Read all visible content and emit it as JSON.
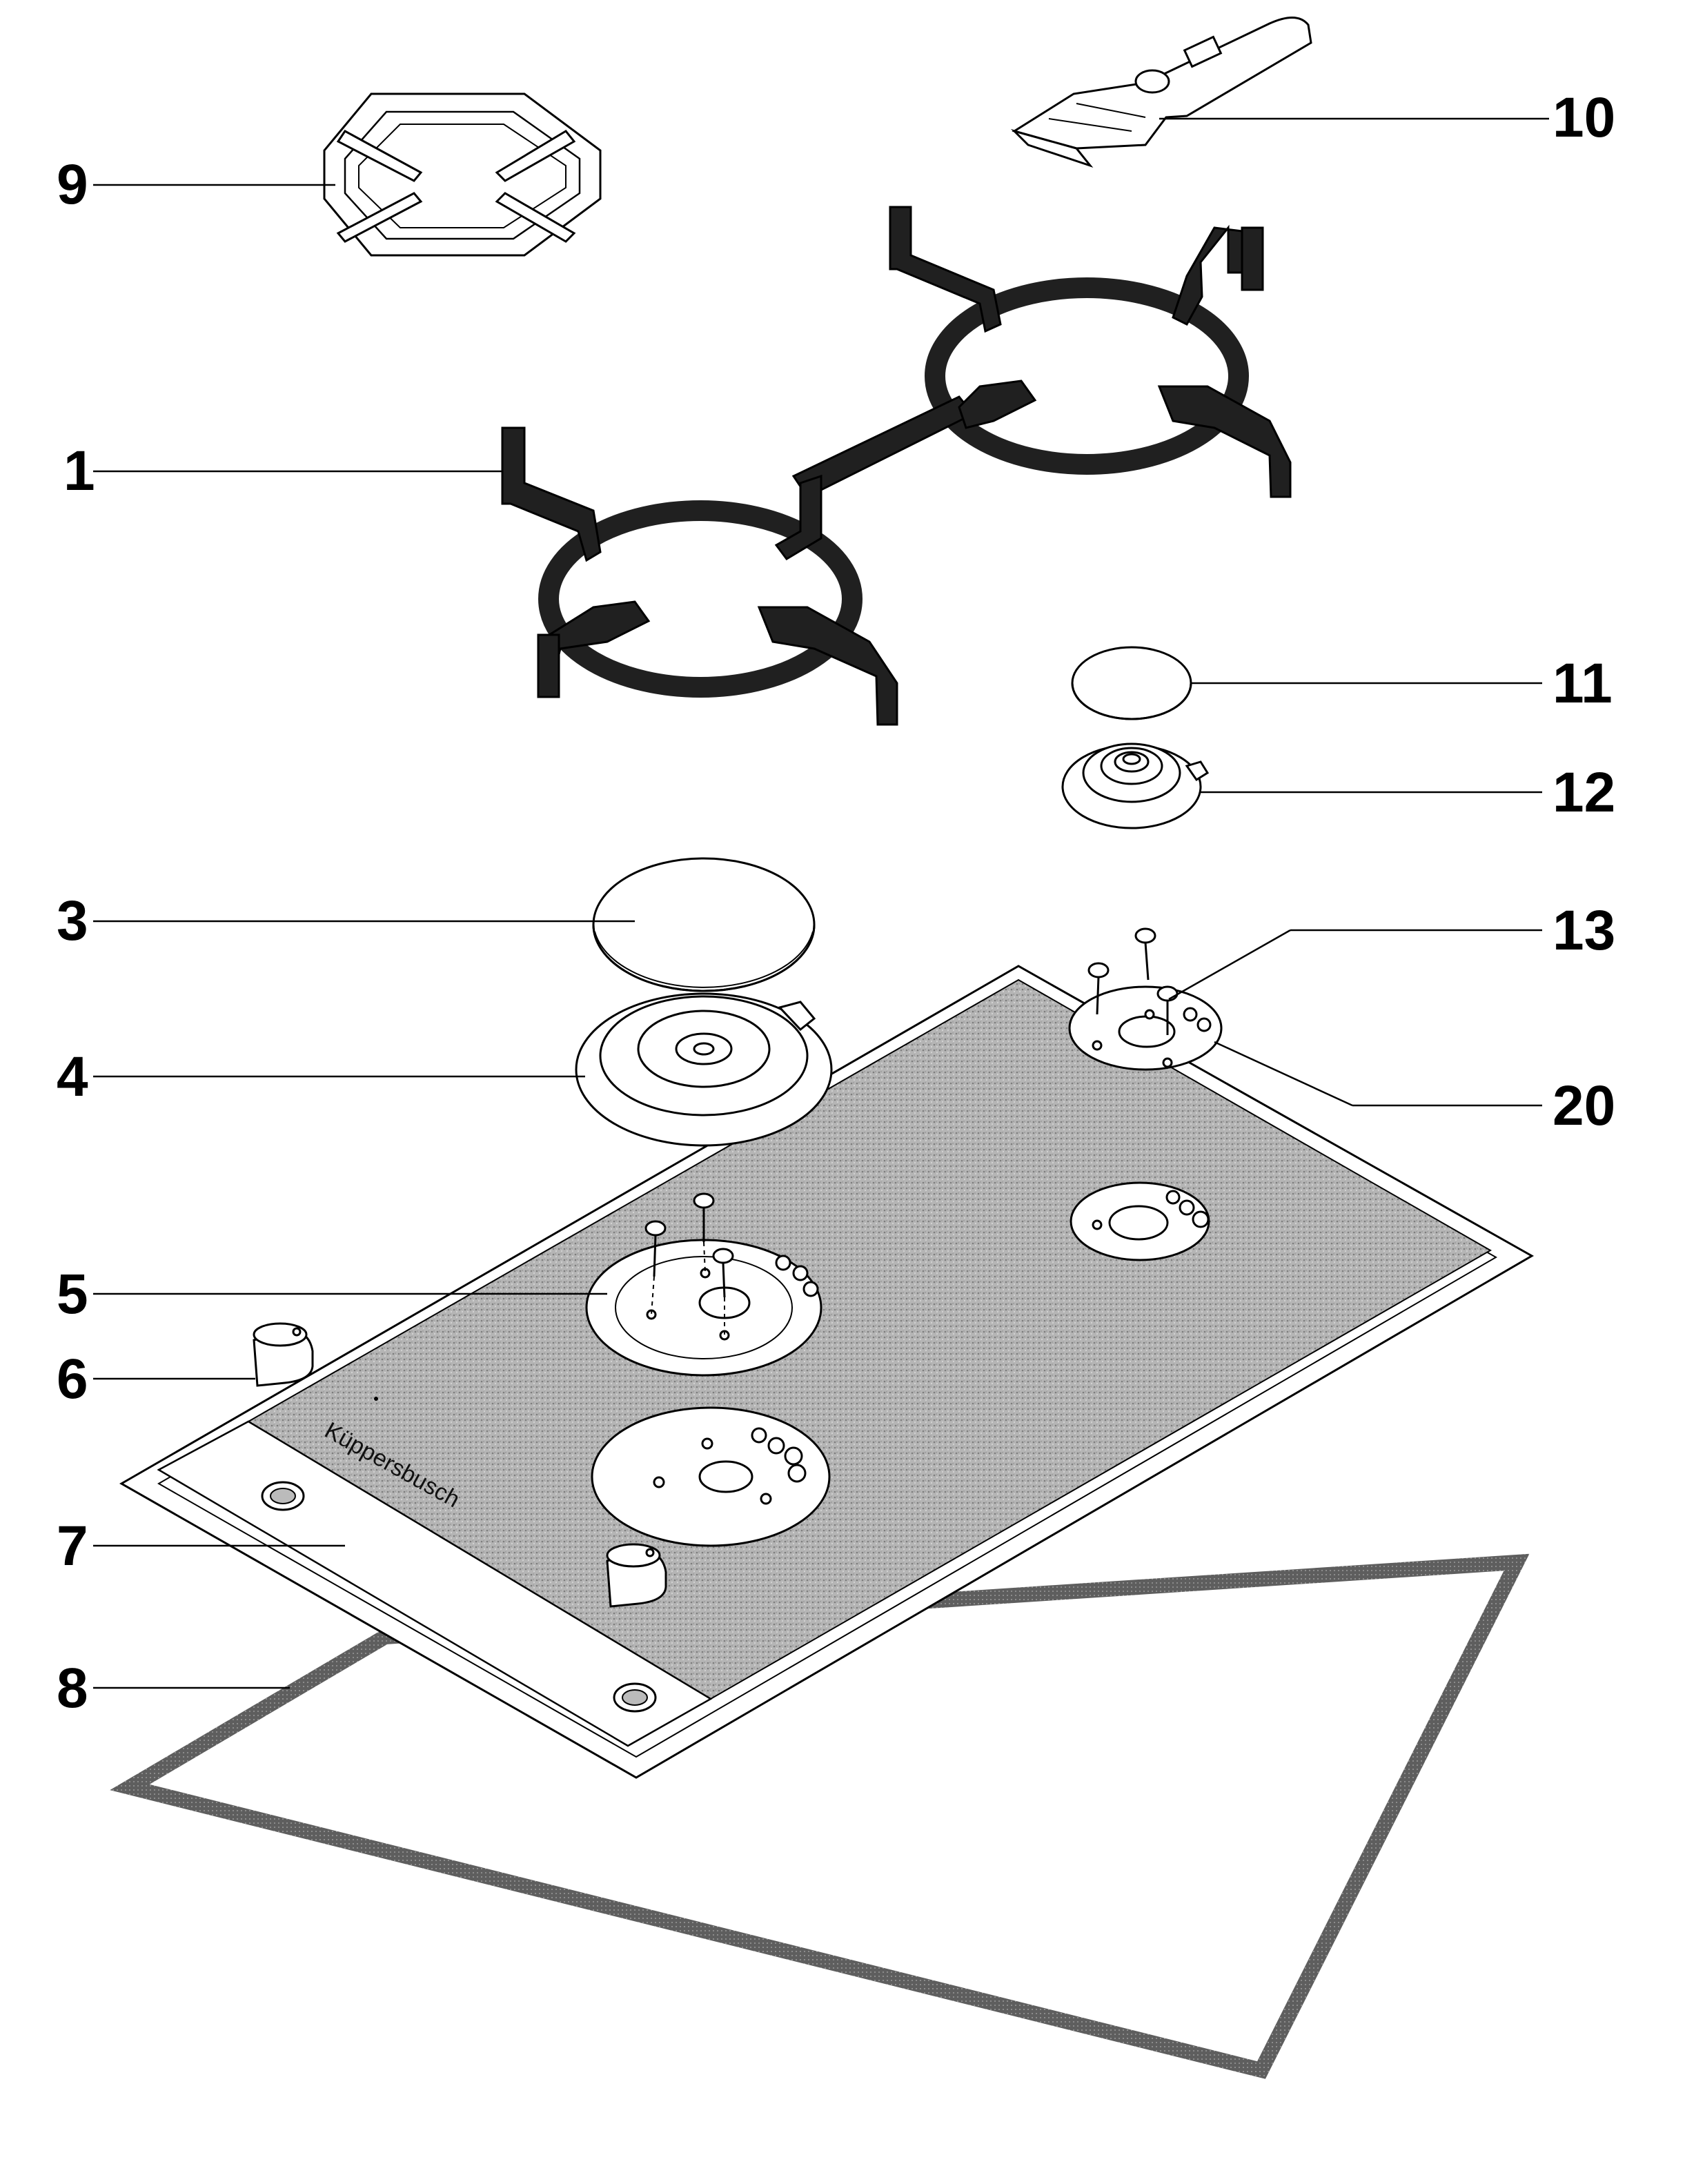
{
  "brand_text": "Küppersbusch",
  "callouts": [
    {
      "id": "1",
      "label": "1"
    },
    {
      "id": "3",
      "label": "3"
    },
    {
      "id": "4",
      "label": "4"
    },
    {
      "id": "5",
      "label": "5"
    },
    {
      "id": "6",
      "label": "6"
    },
    {
      "id": "7",
      "label": "7"
    },
    {
      "id": "8",
      "label": "8"
    },
    {
      "id": "9",
      "label": "9"
    },
    {
      "id": "10",
      "label": "10"
    },
    {
      "id": "11",
      "label": "11"
    },
    {
      "id": "12",
      "label": "12"
    },
    {
      "id": "13",
      "label": "13"
    },
    {
      "id": "20",
      "label": "20"
    }
  ],
  "colors": {
    "ink": "#000000",
    "glass": "#a9a9a9",
    "grate": "#202020",
    "seal": "#555555",
    "background": "#ffffff"
  }
}
